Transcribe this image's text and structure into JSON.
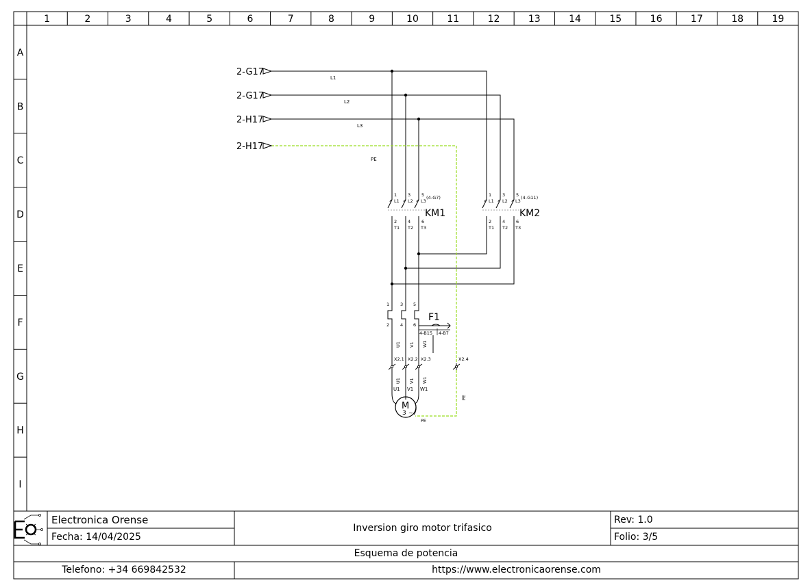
{
  "grid": {
    "columns": [
      "1",
      "2",
      "3",
      "4",
      "5",
      "6",
      "7",
      "8",
      "9",
      "10",
      "11",
      "12",
      "13",
      "14",
      "15",
      "16",
      "17",
      "18",
      "19"
    ],
    "rows": [
      "A",
      "B",
      "C",
      "D",
      "E",
      "F",
      "G",
      "H",
      "I"
    ]
  },
  "inputs": [
    {
      "ref": "2-G17",
      "line": "L1"
    },
    {
      "ref": "2-G17",
      "line": "L2"
    },
    {
      "ref": "2-H17",
      "line": "L3"
    },
    {
      "ref": "2-H17",
      "line": "PE"
    }
  ],
  "contactors": [
    {
      "name": "KM1",
      "crossref": "(4-G7)",
      "top_pins": [
        "1",
        "3",
        "5"
      ],
      "top_labels": [
        "L1",
        "L2",
        "L3"
      ],
      "bottom_pins": [
        "2",
        "4",
        "6"
      ],
      "bottom_labels": [
        "T1",
        "T2",
        "T3"
      ]
    },
    {
      "name": "KM2",
      "crossref": "(4-G11)",
      "top_pins": [
        "1",
        "3",
        "5"
      ],
      "top_labels": [
        "L1",
        "L2",
        "L3"
      ],
      "bottom_pins": [
        "2",
        "4",
        "6"
      ],
      "bottom_labels": [
        "T1",
        "T2",
        "T3"
      ]
    }
  ],
  "relay": {
    "name": "F1",
    "top_pins": [
      "1",
      "3",
      "5"
    ],
    "bottom_pins": [
      "2",
      "4",
      "6"
    ],
    "refs": [
      "4-B15",
      "4-B7"
    ]
  },
  "wires_upper": [
    "U1",
    "V1",
    "W1"
  ],
  "terminals": [
    "X2.1",
    "X2.2",
    "X2.3",
    "X2.4"
  ],
  "wires_lower": [
    "U1",
    "V1",
    "W1"
  ],
  "motor": {
    "symbol": "M",
    "phases": "3",
    "ac_mark": "~",
    "terminals": [
      "U1",
      "V1",
      "W1"
    ],
    "pe_label": "PE",
    "pe_wire_label": "PE"
  },
  "title_block": {
    "company": "Electronica Orense",
    "date": "Fecha: 14/04/2025",
    "title": "Inversion giro motor trifasico",
    "rev": "Rev: 1.0",
    "sheet": "Folio: 3/5",
    "subtitle": "Esquema de potencia",
    "phone": "Telefono: +34 669842532",
    "url": "https://www.electronicaorense.com",
    "logo_text": "EO"
  },
  "colors": {
    "wire": "#000000",
    "earth": "#99dd22",
    "border": "#000000"
  }
}
